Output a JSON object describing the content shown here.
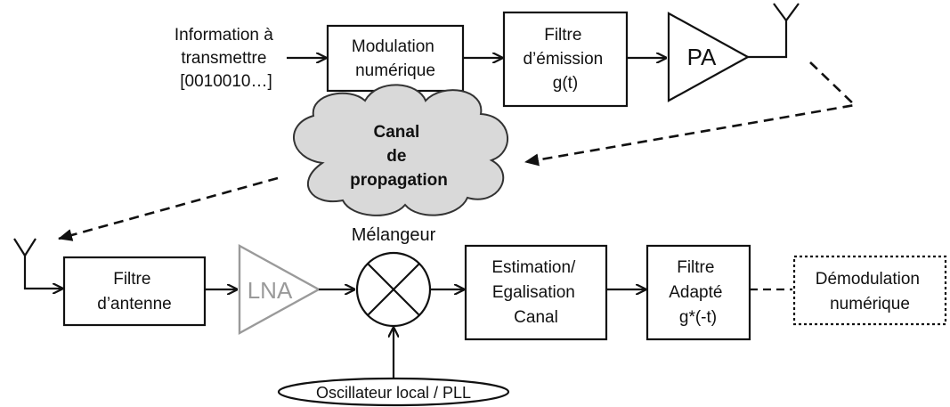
{
  "diagram": {
    "tx_input": [
      "Information à",
      "transmettre",
      "[0010010…]"
    ],
    "modulation": [
      "Modulation",
      "numérique"
    ],
    "tx_filter": [
      "Filtre",
      "d’émission",
      "g(t)"
    ],
    "pa": "PA",
    "channel": [
      "Canal",
      "de",
      "propagation"
    ],
    "rx_filter": [
      "Filtre",
      "d’antenne"
    ],
    "lna": "LNA",
    "mixer": "Mélangeur",
    "oscillator": "Oscillateur local / PLL",
    "estimation": [
      "Estimation/",
      "Egalisation",
      "Canal"
    ],
    "matched_filter": [
      "Filtre",
      "Adapté",
      "g*(-t)"
    ],
    "demodulation": [
      "Démodulation",
      "numérique"
    ],
    "colors": {
      "line": "#111111",
      "lna_grey": "#9a9a9a",
      "cloud_fill": "#d9d9d9"
    }
  }
}
